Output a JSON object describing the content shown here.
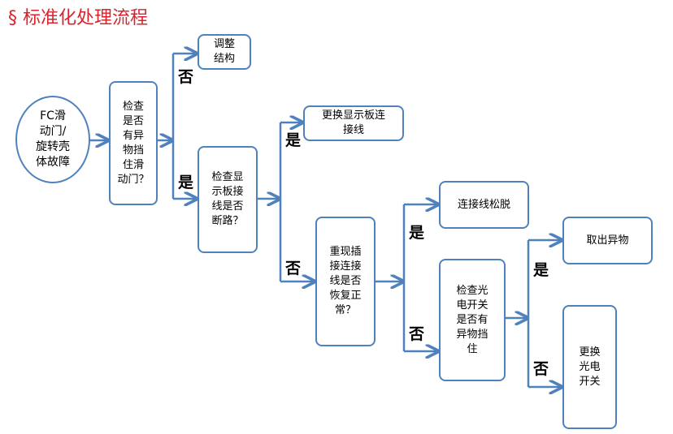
{
  "title": "§ 标准化处理流程",
  "nodes": {
    "start": "FC滑\n动门/\n旋转壳\n体故障",
    "check_foreign": "检查\n是否\n有异\n物挡\n住滑\n动门？",
    "adjust": "调整\n结构",
    "check_cable": "检查显\n示板接\n线是否\n断路？",
    "replace_cable": "更换显示板连\n接线",
    "replug": "重现插\n接连接\n线是否\n恢复正\n常？",
    "loose": "连接线松脱",
    "check_sensor": "检查光\n电开关\n是否有\n异物挡\n住",
    "remove": "取出异物",
    "replace_switch": "更换\n光电\n开关"
  },
  "labels": {
    "yes": "是",
    "no": "否"
  },
  "colors": {
    "line": "#4f81bd",
    "title": "#d9232d"
  }
}
